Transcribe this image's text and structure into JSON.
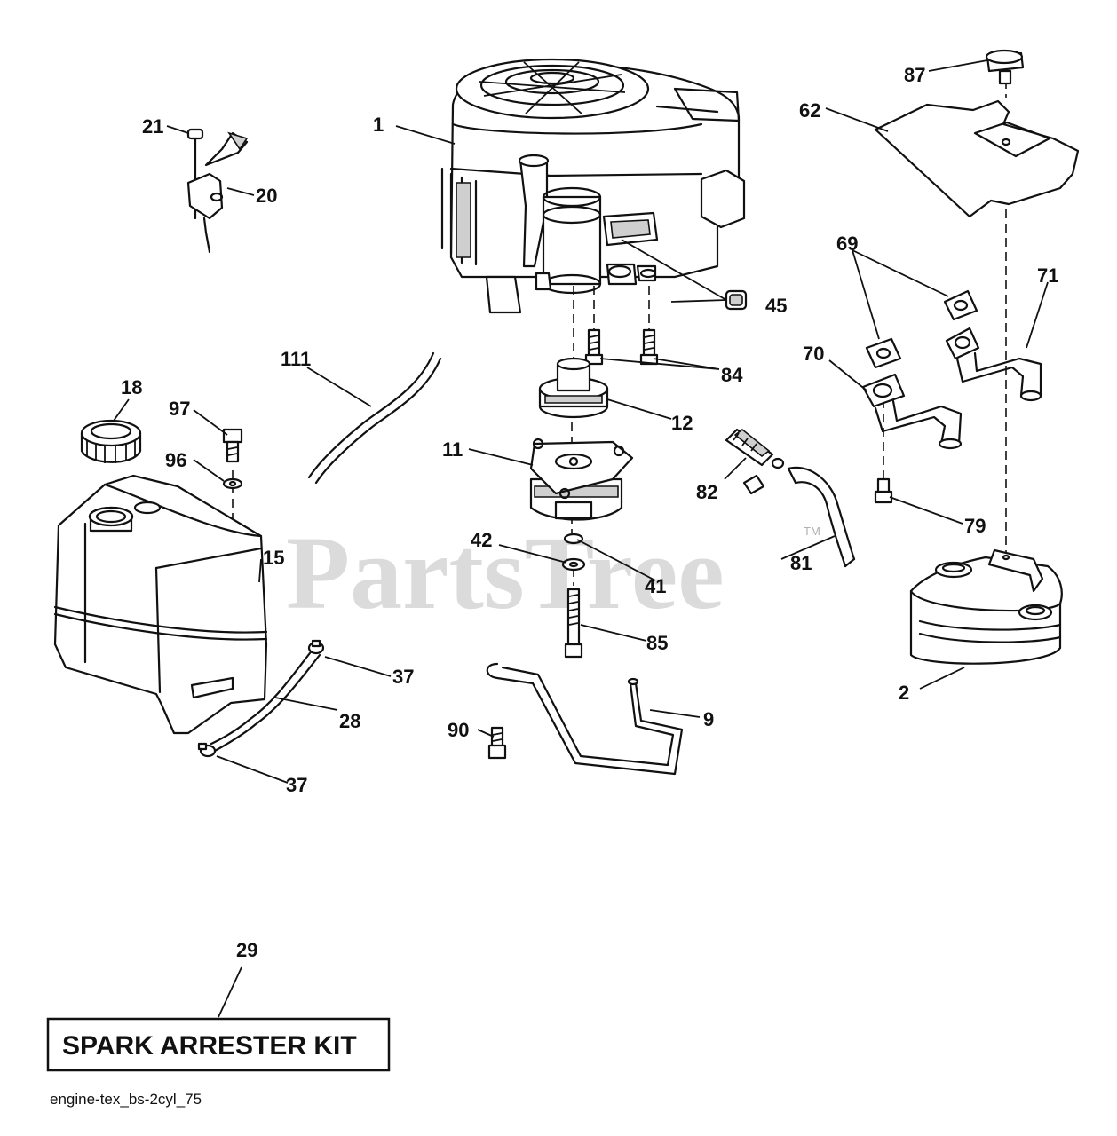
{
  "diagram": {
    "watermark": "PartsTree",
    "watermark_tm": "TM",
    "kit_label": "SPARK ARRESTER KIT",
    "caption": "engine-tex_bs-2cyl_75",
    "callouts": {
      "c1": "1",
      "c2": "2",
      "c9": "9",
      "c11": "11",
      "c12": "12",
      "c15": "15",
      "c18": "18",
      "c20": "20",
      "c21": "21",
      "c28": "28",
      "c29": "29",
      "c37a": "37",
      "c37b": "37",
      "c41": "41",
      "c42": "42",
      "c45": "45",
      "c62": "62",
      "c69": "69",
      "c70": "70",
      "c71": "71",
      "c79": "79",
      "c81": "81",
      "c82": "82",
      "c84": "84",
      "c85": "85",
      "c87": "87",
      "c90": "90",
      "c96": "96",
      "c97": "97",
      "c111": "111"
    }
  }
}
